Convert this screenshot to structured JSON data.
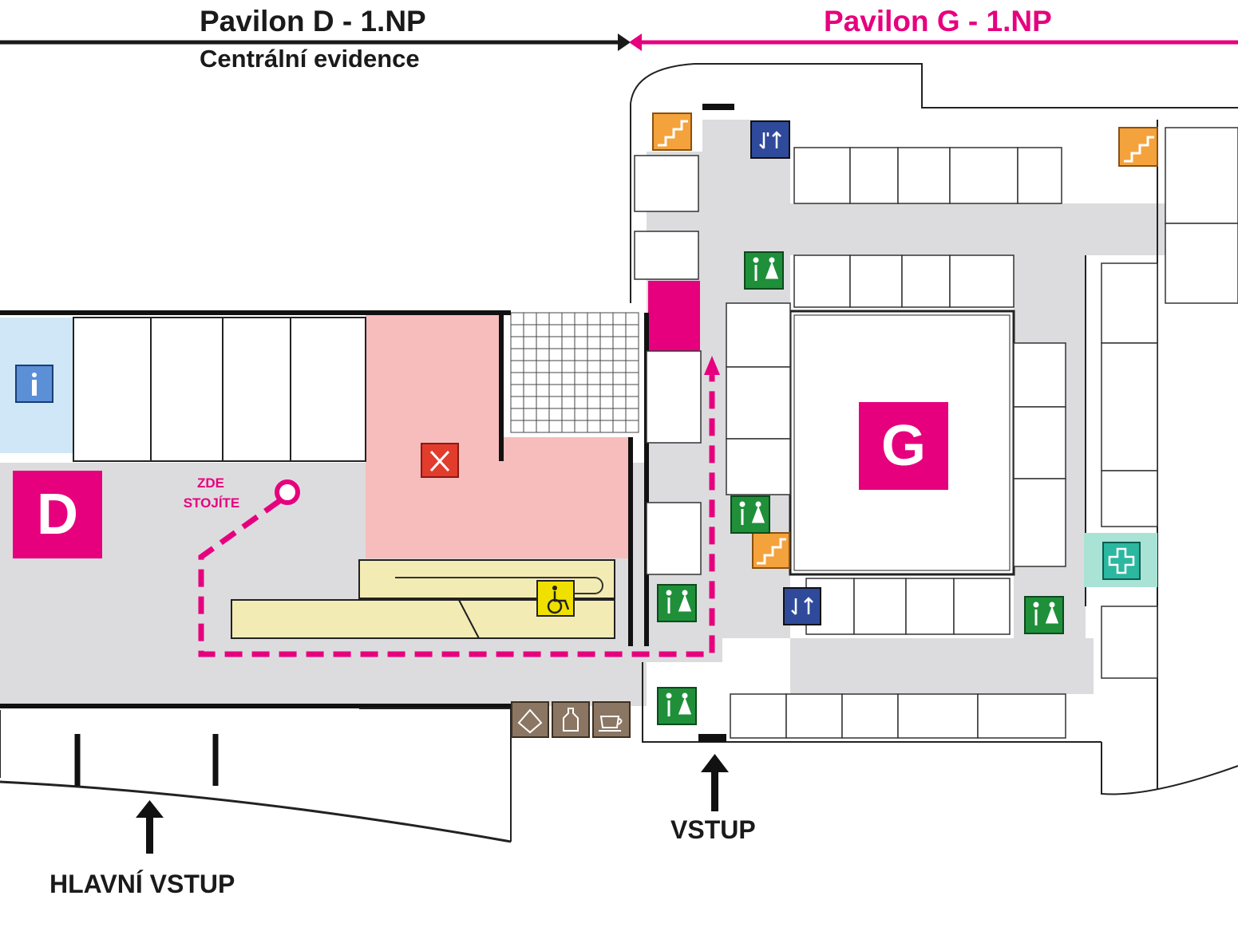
{
  "header": {
    "pavilion_d": "Pavilon D - 1.NP",
    "pavilion_d_sub": "Centrální evidence",
    "pavilion_g": "Pavilon G - 1.NP"
  },
  "markers": {
    "pavilion_d_letter": "D",
    "pavilion_g_letter": "G",
    "you_are_here_line1": "ZDE",
    "you_are_here_line2": "STOJÍTE"
  },
  "entrances": {
    "main": "HLAVNÍ VSTUP",
    "pavilion_g": "VSTUP"
  },
  "icons": {
    "information": "info-icon",
    "restaurant": "cutlery-icon",
    "wheelchair_ramp": "wheelchair-icon",
    "toilets": "toilet-icon",
    "stairs": "stairs-icon",
    "elevator": "elevator-icon",
    "first_aid": "medical-cross-icon",
    "snack_vending": "snack-icon",
    "drink_vending": "bottle-icon",
    "coffee": "coffee-icon"
  },
  "colors": {
    "accent": "#e6007e",
    "corridor": "#dcdcdf",
    "restaurant_area": "#f7bcbc",
    "ramp": "#f3ebb4",
    "info_area": "#cfe7f6",
    "toilet": "#1f8f3a",
    "stairs": "#f4a23c",
    "elevator": "#2f4a9a",
    "first_aid": "#2bb7a0",
    "vending": "#8a7662",
    "walls": "#111111"
  }
}
